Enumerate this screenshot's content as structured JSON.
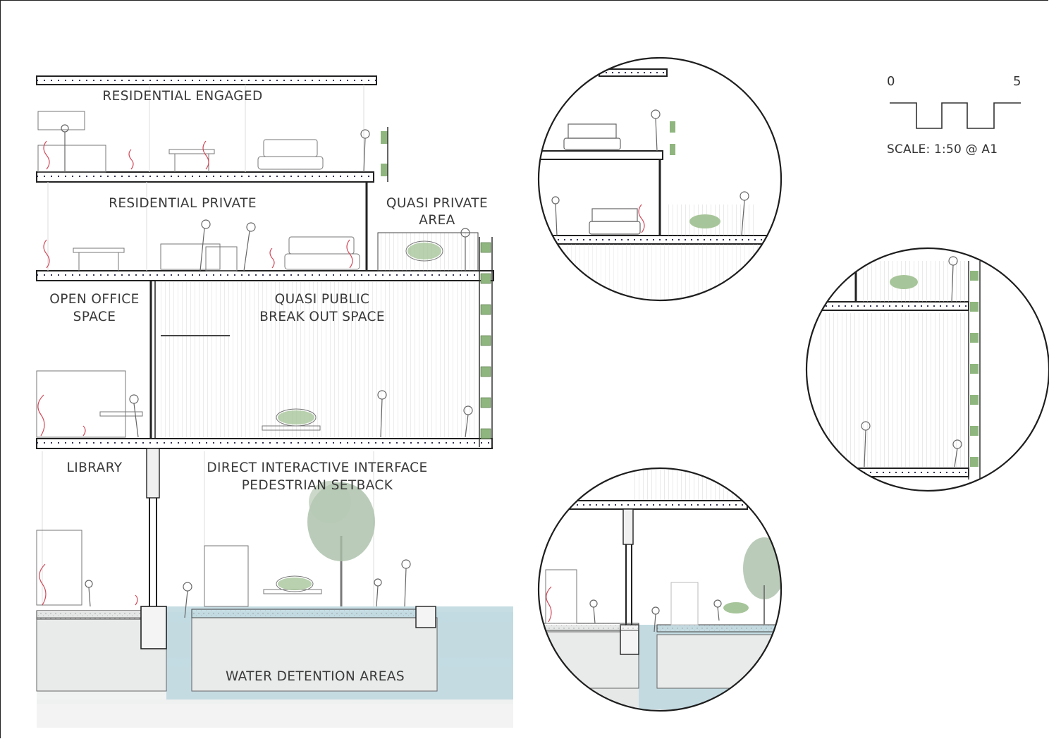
{
  "labels": {
    "residential_engaged": "RESIDENTIAL ENGAGED",
    "residential_private": "RESIDENTIAL PRIVATE",
    "quasi_private_1": "QUASI PRIVATE",
    "quasi_private_2": "AREA",
    "open_office_1": "OPEN OFFICE",
    "open_office_2": "SPACE",
    "quasi_public_1": "QUASI PUBLIC",
    "quasi_public_2": "BREAK OUT SPACE",
    "library": "LIBRARY",
    "interface_1": "DIRECT INTERACTIVE INTERFACE",
    "interface_2": "PEDESTRIAN SETBACK",
    "water": "WATER DETENTION AREAS"
  },
  "scale_bar": {
    "start": "0",
    "end": "5",
    "text": "SCALE: 1:50 @ A1"
  },
  "colors": {
    "water": "#bcd7df",
    "ground": "#e6e8e8",
    "tree": "#a9bfa8",
    "planter": "#7fa66f",
    "accent_arrow": "#d14a5a",
    "line": "#2a2a2a"
  },
  "callouts": [
    "detail-residential-terrace",
    "detail-green-facade",
    "detail-water-setback"
  ]
}
